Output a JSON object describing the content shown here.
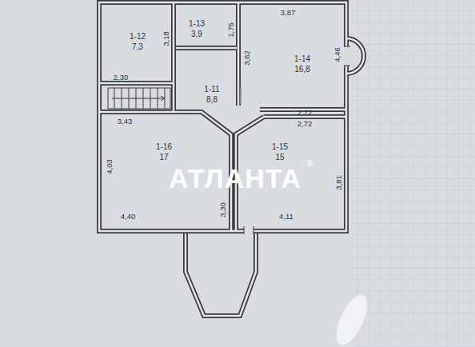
{
  "diagram": {
    "nodes": [
      {
        "text": [
          "1-12",
          "7,3"
        ]
      },
      {
        "text": [
          "1-13",
          "3,9"
        ]
      },
      {
        "text": [
          "1-14",
          "16,8"
        ]
      },
      {
        "text": [
          "1-11",
          "8,8"
        ]
      },
      {
        "text": [
          "1-16",
          "17"
        ]
      },
      {
        "text": [
          "1-15",
          "15"
        ]
      }
    ],
    "labels": [
      "3,87",
      "1,75",
      "3,18",
      "3,62",
      "4,46",
      "2,30",
      "2,72",
      "2,72",
      "3,43",
      "4,03",
      "3,30",
      "3,81",
      "4,40",
      "4,11",
      "АТЛАНТА",
      "®"
    ]
  }
}
